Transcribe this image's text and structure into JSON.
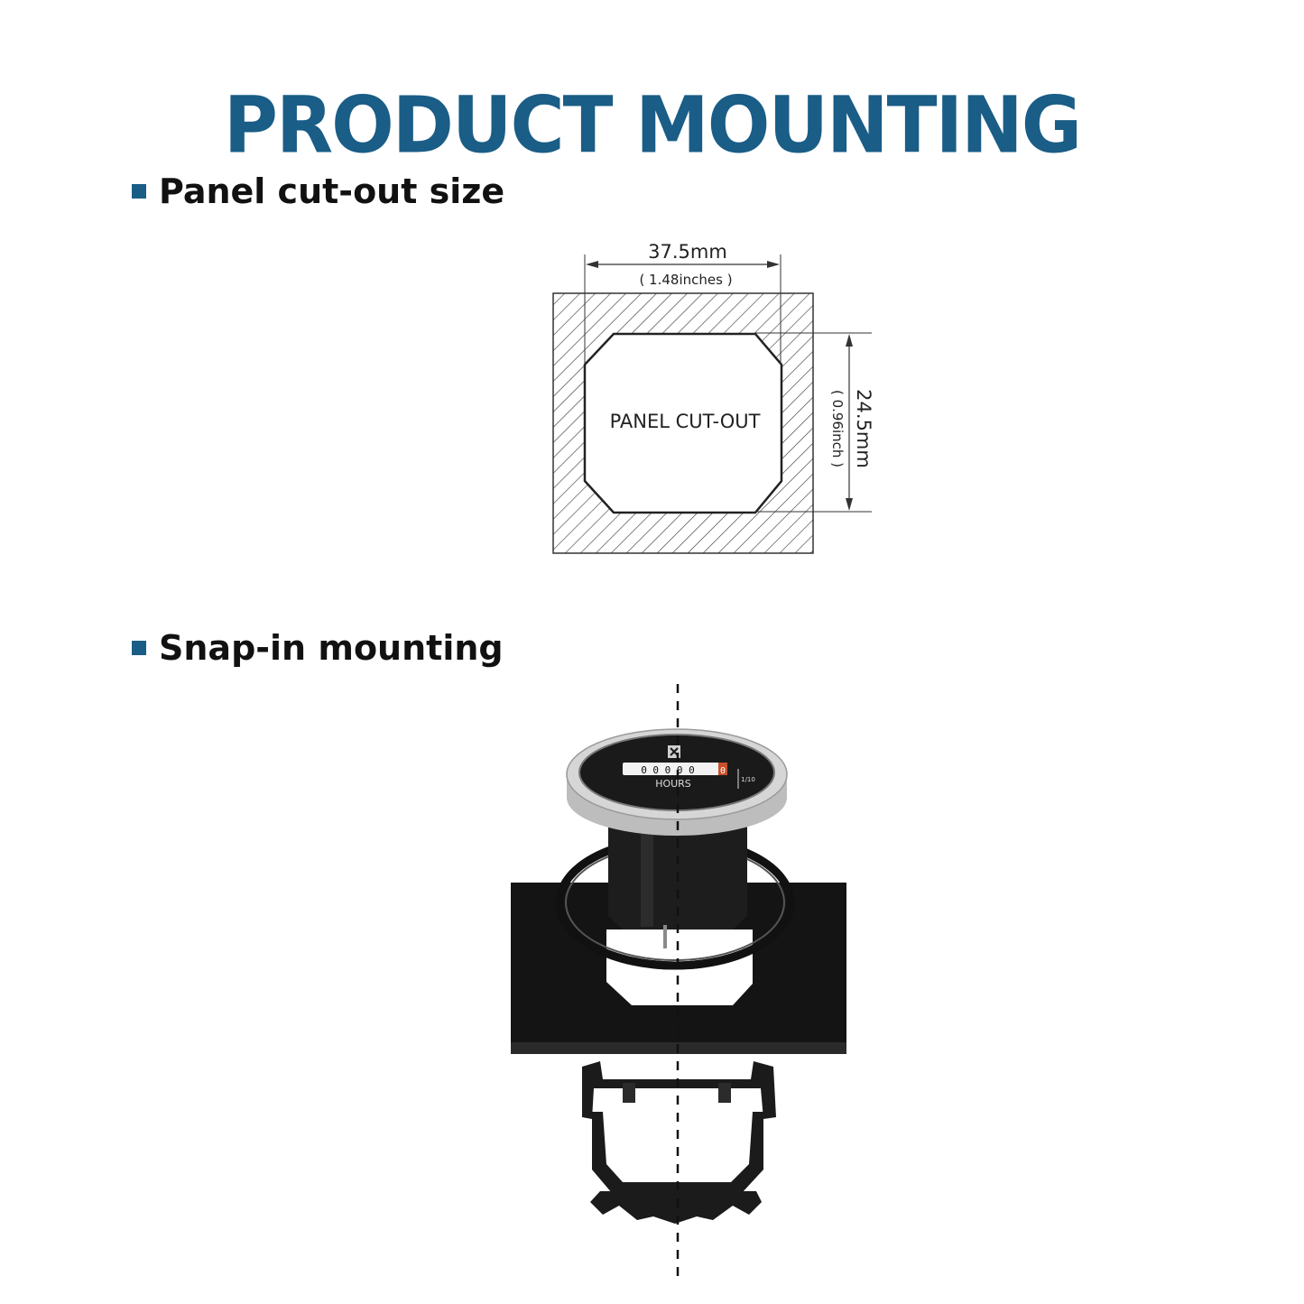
{
  "title": "PRODUCT MOUNTING",
  "sections": [
    {
      "label": "Panel cut-out size"
    },
    {
      "label": "Snap-in mounting"
    }
  ],
  "cutout": {
    "center_label": "PANEL CUT-OUT",
    "width_mm": "37.5mm",
    "width_in": "( 1.48inches )",
    "height_mm": "24.5mm",
    "height_in": "( 0.96inch )"
  },
  "meter": {
    "counter_digits": "0 0 0 0 0",
    "last_digit": "0",
    "unit_label": "HOURS",
    "fraction_label": "1/10"
  },
  "colors": {
    "title": "#1a5d86",
    "panel": "#111111",
    "bezel": "#c9c9c9"
  }
}
